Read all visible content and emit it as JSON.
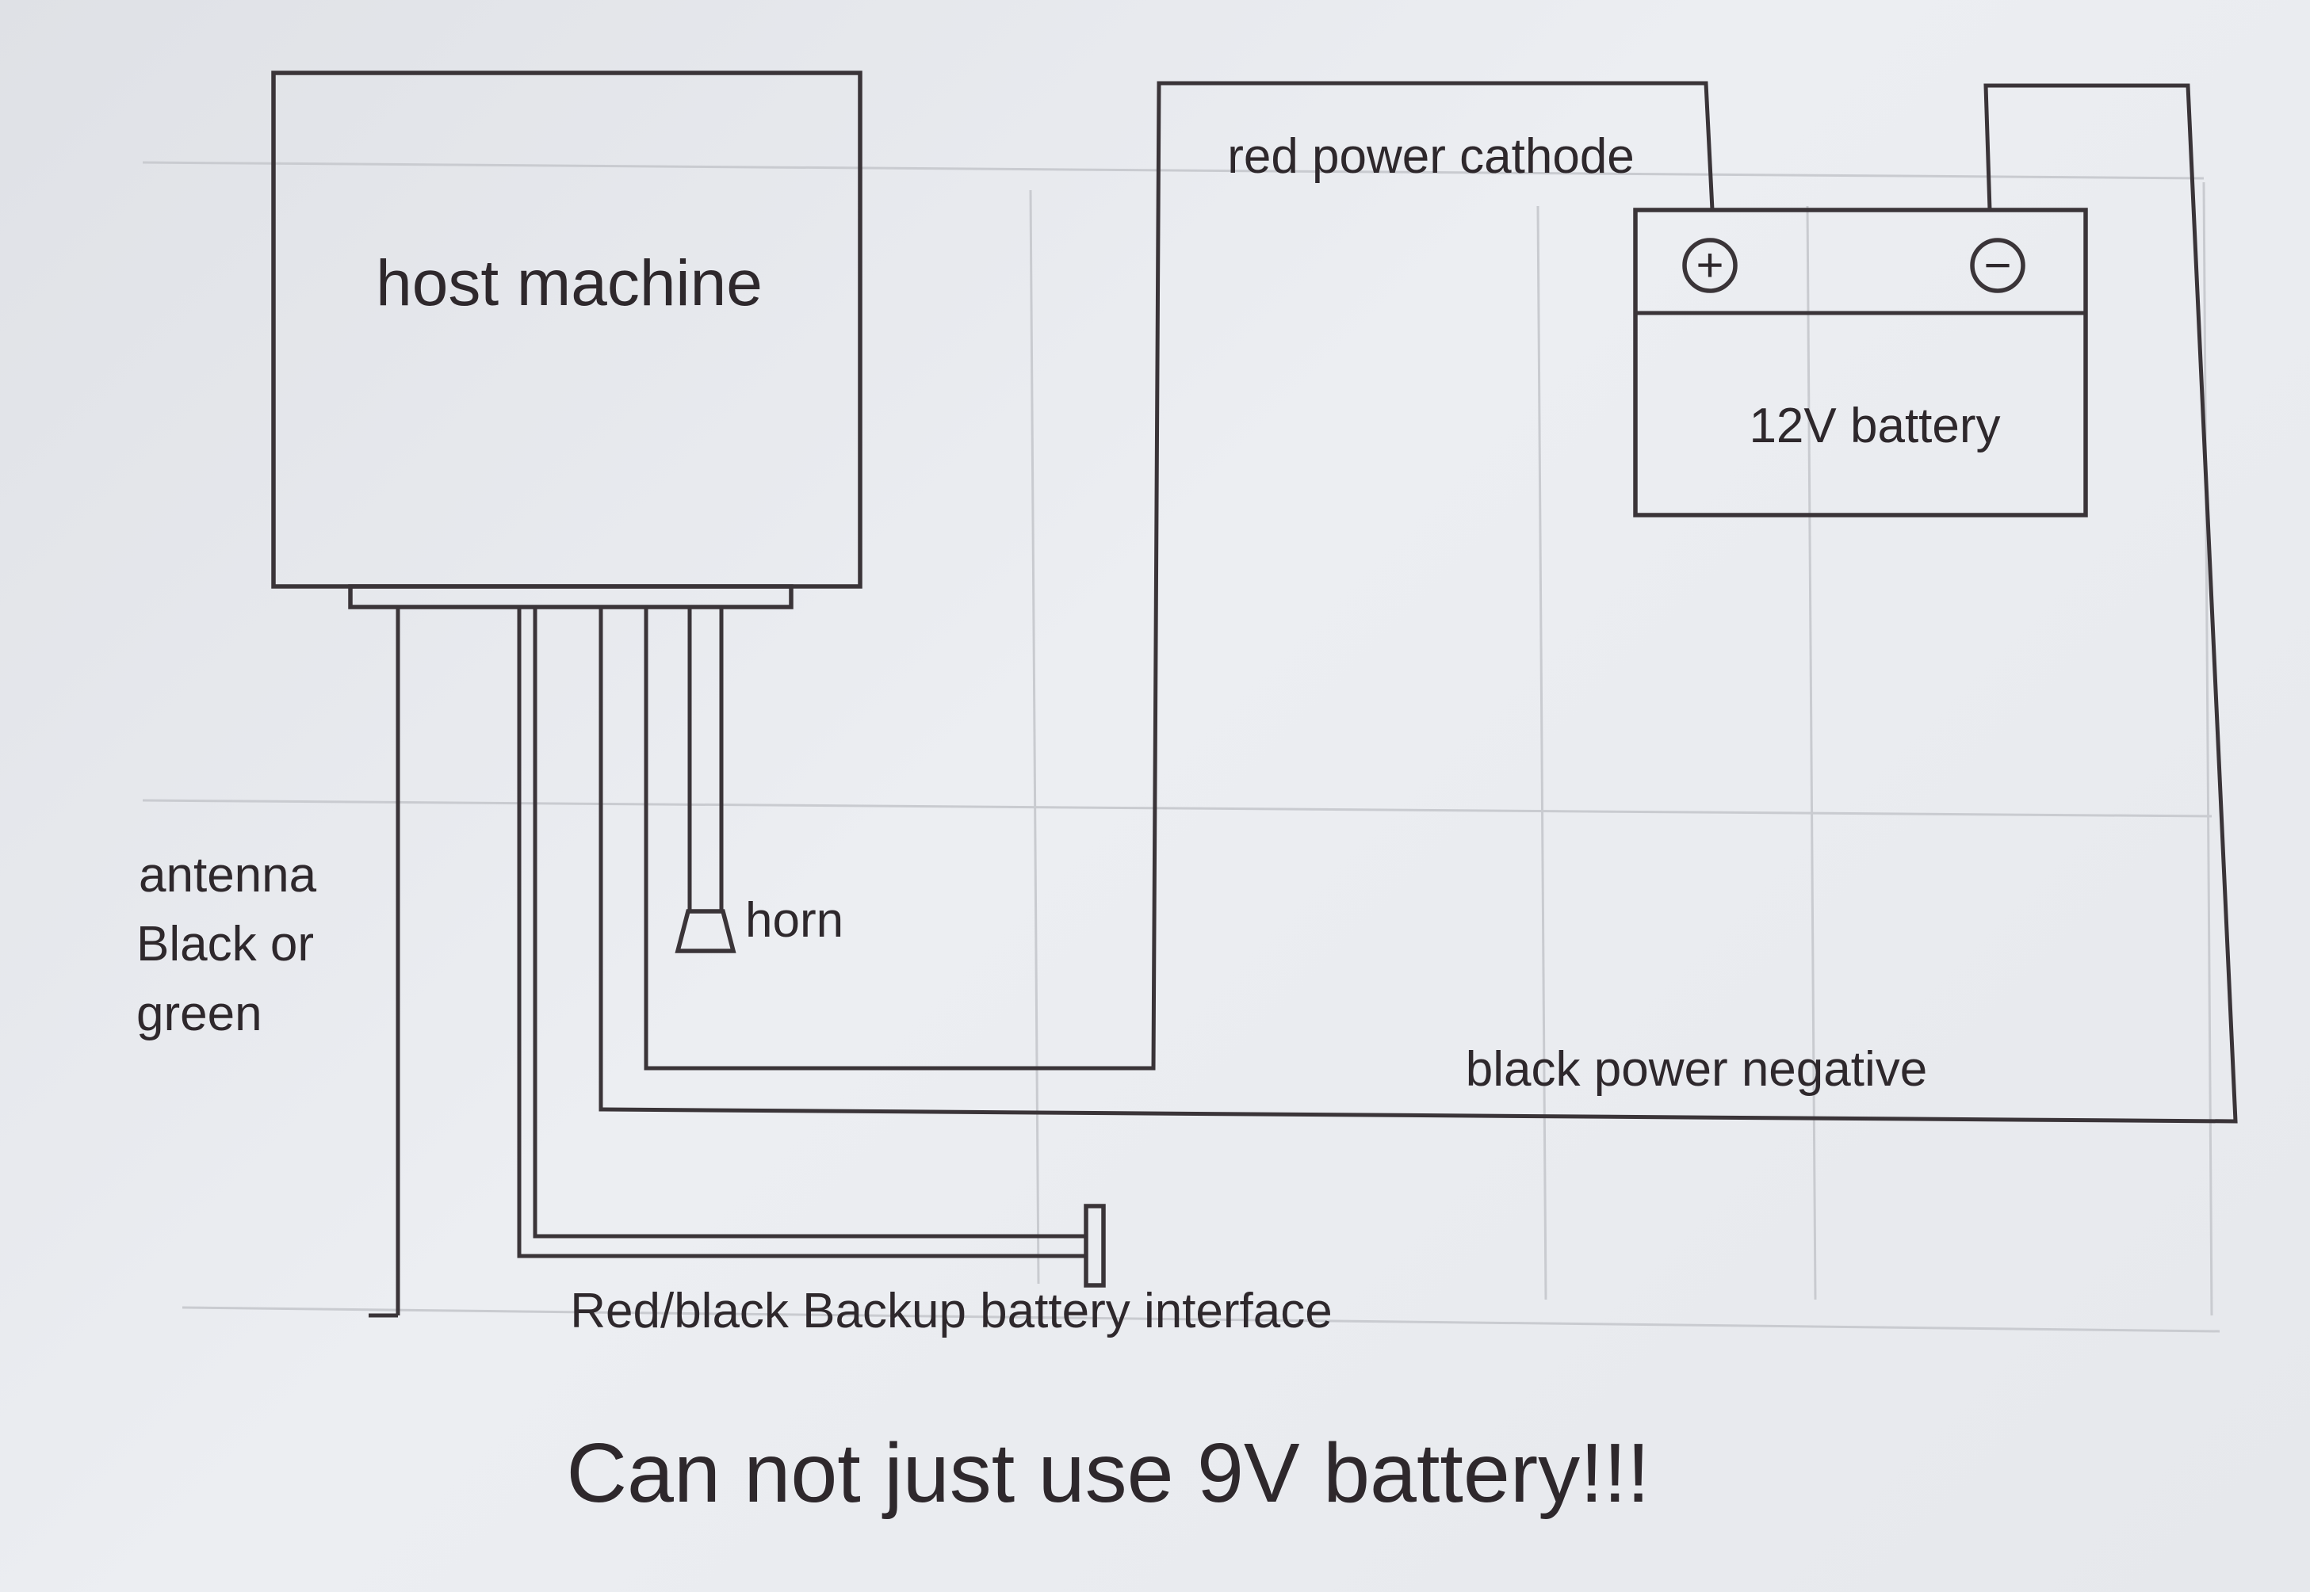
{
  "labels": {
    "host_machine": "host machine",
    "red_power_cathode": "red power cathode",
    "battery_12v": "12V battery",
    "battery_plus": "+",
    "battery_minus": "−",
    "horn": "horn",
    "antenna_line1": "antenna",
    "antenna_line2": "Black or",
    "antenna_line3": "green",
    "black_power_negative": "black power negative",
    "backup_battery_interface": "Red/black Backup battery interface",
    "warning": "Can not just use 9V battery!!!"
  },
  "colors": {
    "ink": "#3a3438",
    "paper": "#e4e6ea"
  }
}
